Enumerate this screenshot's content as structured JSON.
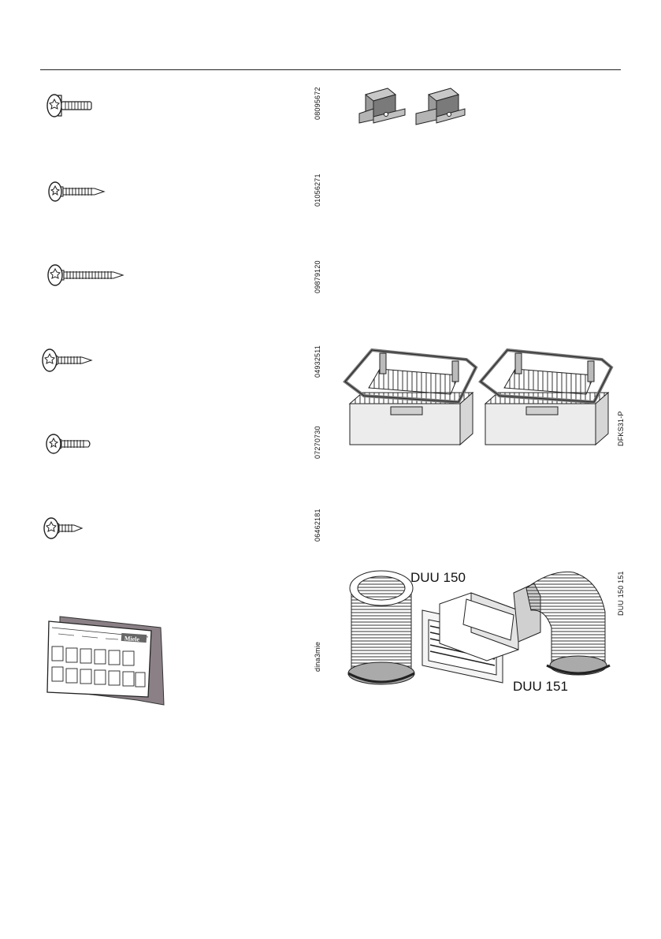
{
  "parts": {
    "screw_1": {
      "code": "08095672"
    },
    "screw_2": {
      "code": "01056271"
    },
    "screw_3": {
      "code": "09879120"
    },
    "screw_4": {
      "code": "04932511"
    },
    "screw_5": {
      "code": "07270730"
    },
    "screw_6": {
      "code": "06462181"
    },
    "manual": {
      "code": "dina3mie",
      "brand": "Miele"
    },
    "brackets": {
      "code": ""
    },
    "filters": {
      "code": "DFKS31-P"
    },
    "duct_kit": {
      "code": "DUU 150 151",
      "label_a": "DUU 150",
      "label_b": "DUU 151"
    }
  }
}
